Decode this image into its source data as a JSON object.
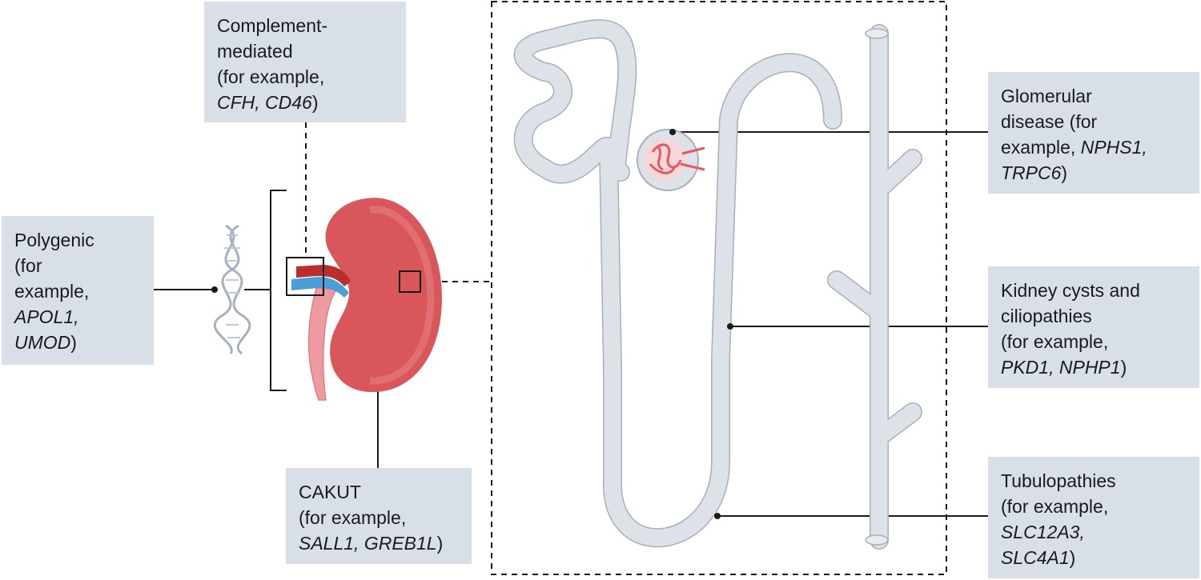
{
  "labels": {
    "complement": {
      "line1": "Complement-",
      "line2": "mediated",
      "line3": "(for example,",
      "genes": "CFH, CD46",
      "close": ")"
    },
    "polygenic": {
      "line1": "Polygenic",
      "line2": "(for",
      "line3": "example,",
      "gene1": "APOL1,",
      "gene2": "UMOD",
      "close": ")"
    },
    "cakut": {
      "line1": "CAKUT",
      "line2": "(for example,",
      "genes": "SALL1, GREB1L",
      "close": ")"
    },
    "glomerular": {
      "line1": "Glomerular",
      "line2": "disease (for",
      "line3": "example, ",
      "gene1": "NPHS1,",
      "gene2": "TRPC6",
      "close": ")"
    },
    "cysts": {
      "line1": "Kidney cysts and",
      "line2": "ciliopathies",
      "line3": "(for example,",
      "genes": "PKD1, NPHP1",
      "close": ")"
    },
    "tubulopathies": {
      "line1": "Tubulopathies",
      "line2": "(for example,",
      "gene1": "SLC12A3,",
      "gene2": "SLC4A1",
      "close": ")"
    }
  },
  "colors": {
    "label_bg": "#d9dfe7",
    "kidney": "#d9565a",
    "nephron": "#dde1e8",
    "nephron_outline": "#a9afba",
    "artery": "#b8302e",
    "vein": "#4a9fd8",
    "ureter": "#ef9aa0"
  }
}
